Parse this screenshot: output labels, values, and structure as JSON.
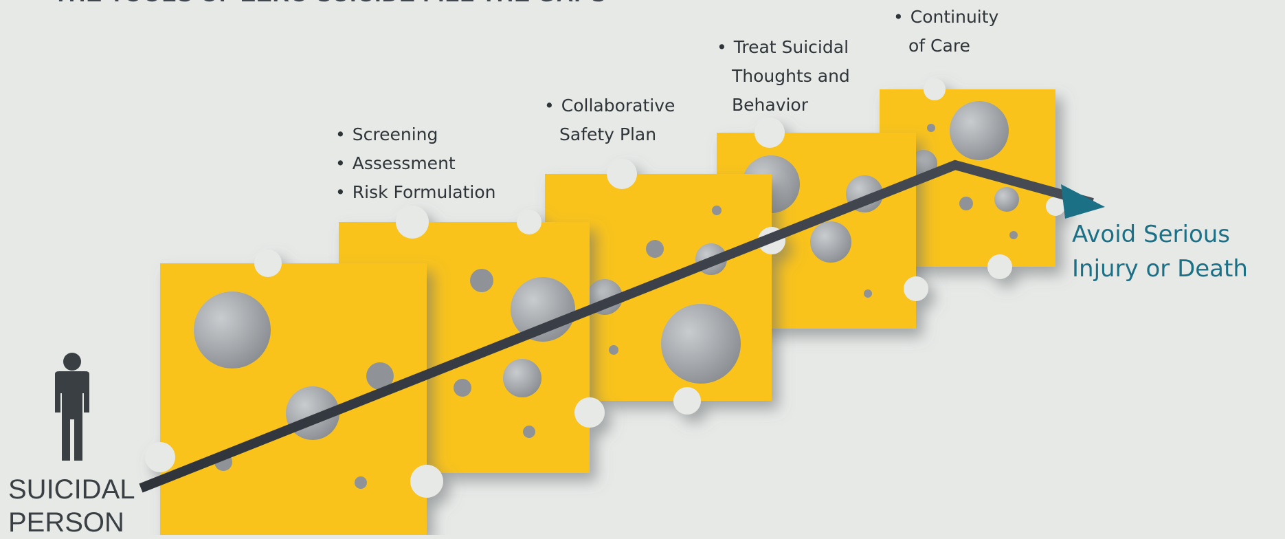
{
  "title": "THE TOOLS OF ZERO SUICIDE FILL THE GAPS",
  "person": {
    "icon": "person-icon",
    "label_line1": "SUICIDAL",
    "label_line2": "PERSON"
  },
  "layers": [
    {
      "name": "layer-1",
      "labels": []
    },
    {
      "name": "layer-2",
      "labels": [
        "Screening",
        "Assessment",
        "Risk Formulation"
      ]
    },
    {
      "name": "layer-3",
      "labels": [
        "Collaborative",
        "Safety Plan"
      ]
    },
    {
      "name": "layer-4",
      "labels": [
        "Treat Suicidal",
        "Thoughts and",
        "Behavior"
      ]
    },
    {
      "name": "layer-5",
      "labels": [
        "Continuity",
        "of Care"
      ]
    }
  ],
  "outcome": {
    "line1": "Avoid Serious",
    "line2": "Injury or Death"
  },
  "colors": {
    "background": "#e7e9e7",
    "cheese": "#f9c31f",
    "hole": "#9a9ea2",
    "path": "#3b3f47",
    "outcome": "#1c7086",
    "text": "#2f3438"
  }
}
